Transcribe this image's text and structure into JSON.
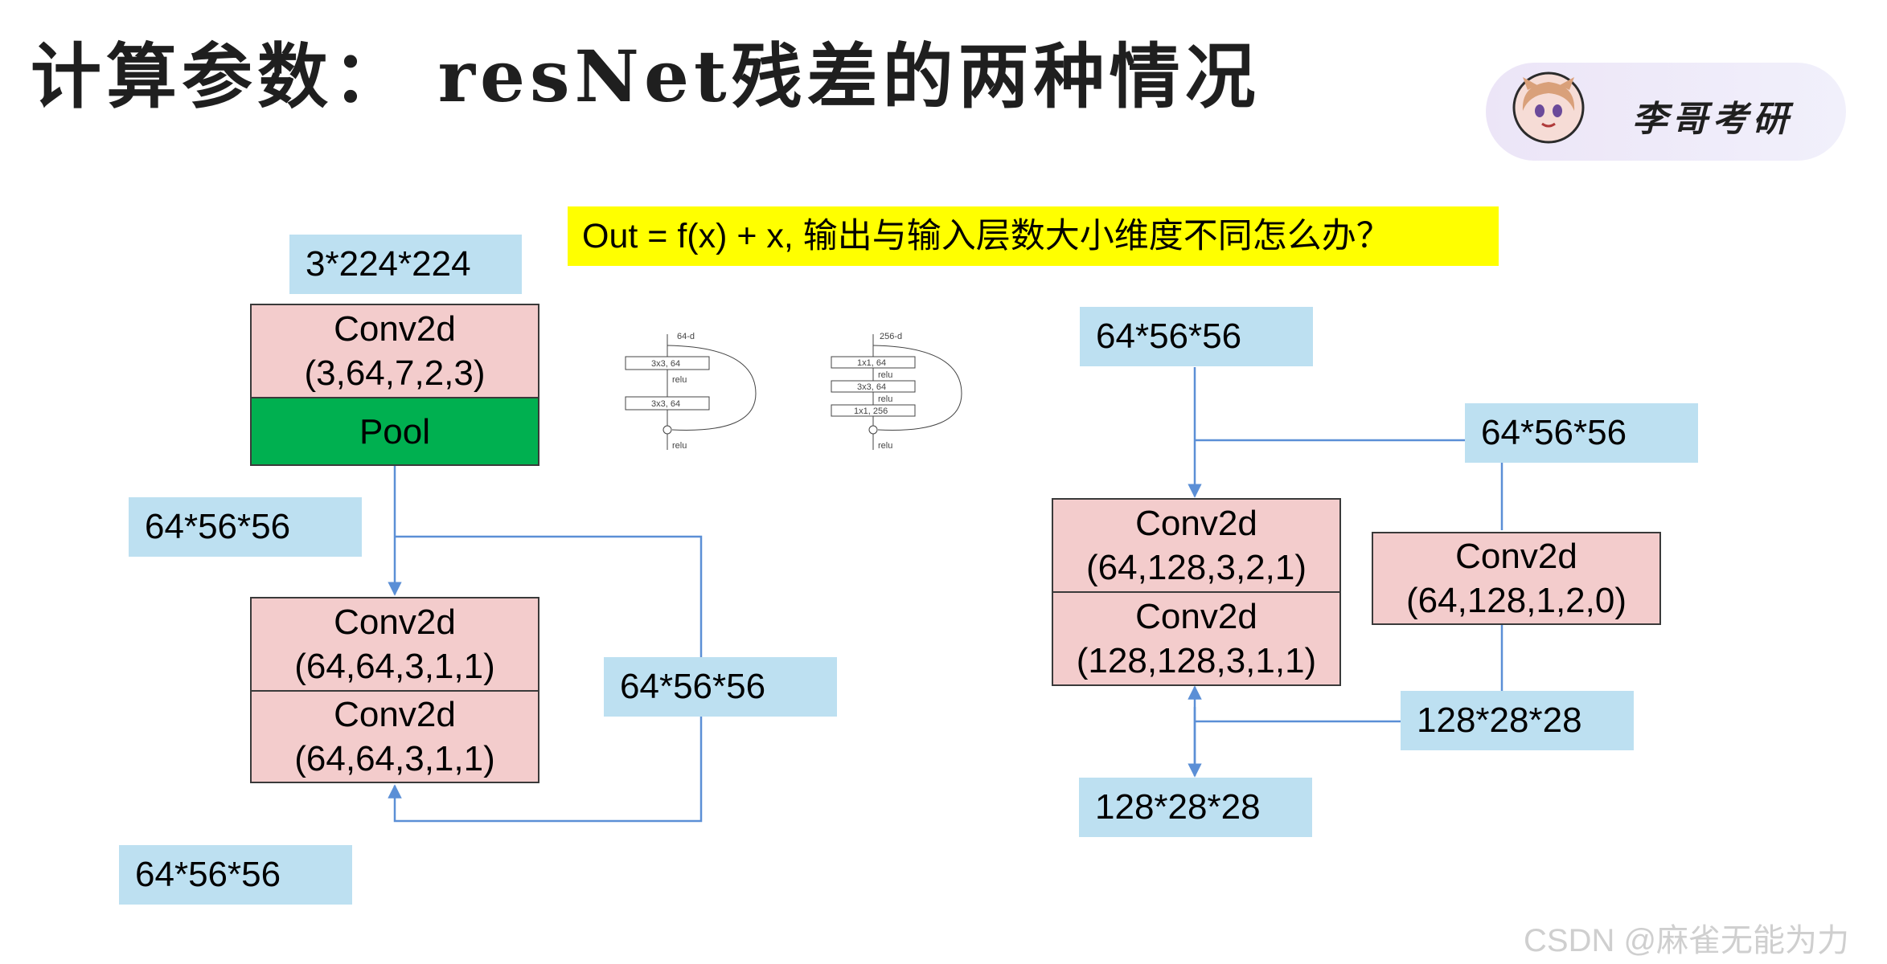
{
  "title": "计算参数： resNet残差的两种情况",
  "badge": {
    "text": "李哥考研",
    "avatar_icon": "anime-girl-avatar-icon"
  },
  "question": "Out = f(x) + x, 输出与输入层数大小维度不同怎么办？",
  "left_diagram": {
    "input_dim": "3*224*224",
    "stem_conv": {
      "name": "Conv2d",
      "params": "(3,64,7,2,3)"
    },
    "pool": "Pool",
    "dim_after_pool": "64*56*56",
    "block_conv1": {
      "name": "Conv2d",
      "params": "(64,64,3,1,1)"
    },
    "block_conv2": {
      "name": "Conv2d",
      "params": "(64,64,3,1,1)"
    },
    "shortcut_dim": "64*56*56",
    "output_dim": "64*56*56"
  },
  "reference_blocks": {
    "basic": {
      "input": "64-d",
      "layers": [
        "3x3, 64",
        "3x3, 64"
      ],
      "activation": "relu"
    },
    "bottleneck": {
      "input": "256-d",
      "layers": [
        "1x1, 64",
        "3x3, 64",
        "1x1, 256"
      ],
      "activation": "relu"
    }
  },
  "right_diagram": {
    "input_dim": "64*56*56",
    "shortcut_input_dim": "64*56*56",
    "main_conv1": {
      "name": "Conv2d",
      "params": "(64,128,3,2,1)"
    },
    "main_conv2": {
      "name": "Conv2d",
      "params": "(128,128,3,1,1)"
    },
    "shortcut_conv": {
      "name": "Conv2d",
      "params": "(64,128,1,2,0)"
    },
    "shortcut_output_dim": "128*28*28",
    "output_dim": "128*28*28"
  },
  "watermark": "CSDN @麻雀无能为力",
  "colors": {
    "conv_fill": "#f3cccc",
    "pool_fill": "#00b050",
    "dim_fill": "#bde0f1",
    "question_fill": "#ffff00",
    "wire": "#5b8fd6"
  }
}
